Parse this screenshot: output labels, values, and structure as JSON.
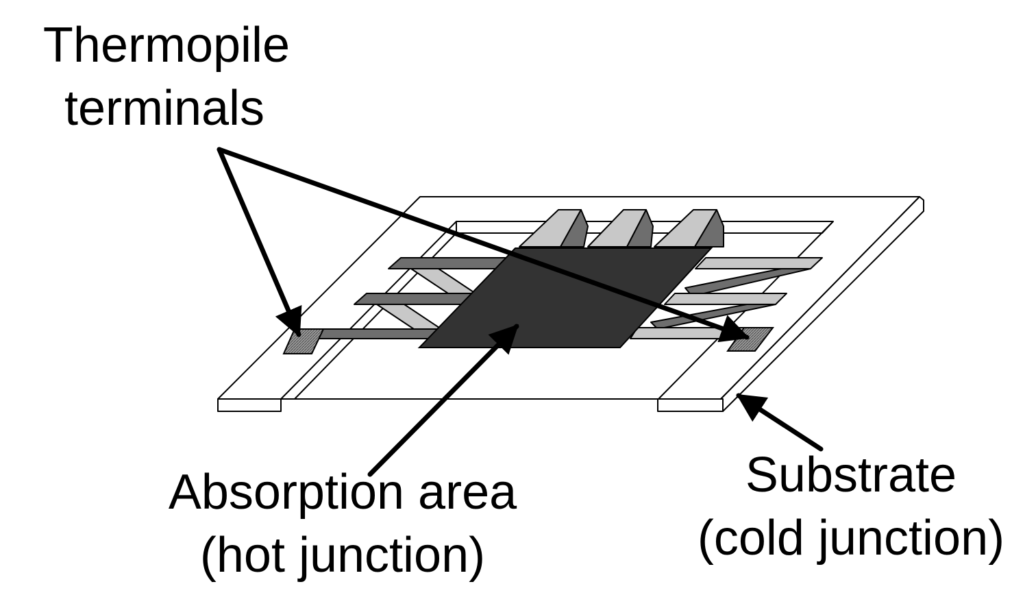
{
  "labels": {
    "terminals_line1": "Thermopile",
    "terminals_line2": "terminals",
    "absorption_line1": "Absorption area",
    "absorption_line2": "(hot junction)",
    "substrate_line1": "Substrate",
    "substrate_line2": "(cold junction)"
  },
  "colors": {
    "background": "#ffffff",
    "outline": "#000000",
    "absorber": "#333333",
    "strip_dark": "#6e6e6e",
    "strip_light": "#c8c8c8",
    "terminal_pad": "#8a8a8a"
  }
}
